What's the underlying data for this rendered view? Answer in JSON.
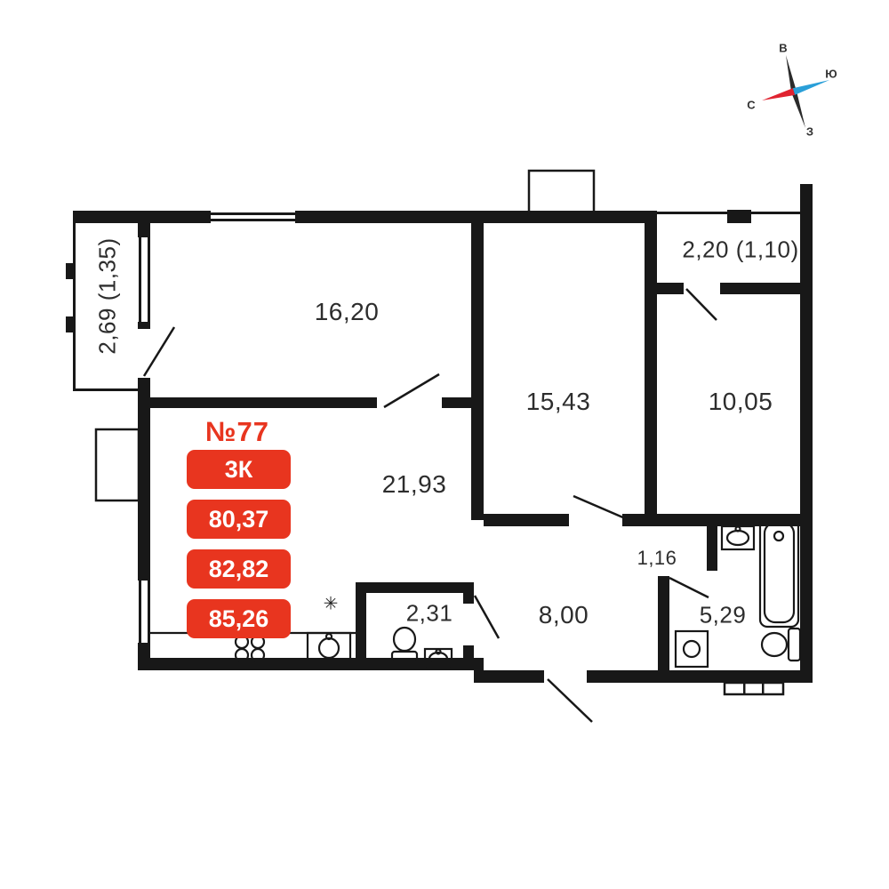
{
  "colors": {
    "wall": "#181818",
    "accent_red": "#e8351f",
    "label_text": "#2d2d2d",
    "compass_red": "#e02330",
    "compass_blue": "#2a9fd8"
  },
  "compass": {
    "top": "В",
    "right": "Ю",
    "left": "С",
    "bottom": "З"
  },
  "apartment": {
    "number": "№77",
    "badges": [
      "3К",
      "80,37",
      "82,82",
      "85,26"
    ]
  },
  "rooms": {
    "living": "16,20",
    "bedroom1": "15,43",
    "bedroom2": "10,05",
    "kitchen_living": "21,93",
    "wc": "2,31",
    "hall": "8,00",
    "closet": "1,16",
    "bathroom": "5,29",
    "balcony_left": "2,69 (1,35)",
    "balcony_right": "2,20 (1,10)"
  },
  "icons": {
    "gas": "✳"
  }
}
